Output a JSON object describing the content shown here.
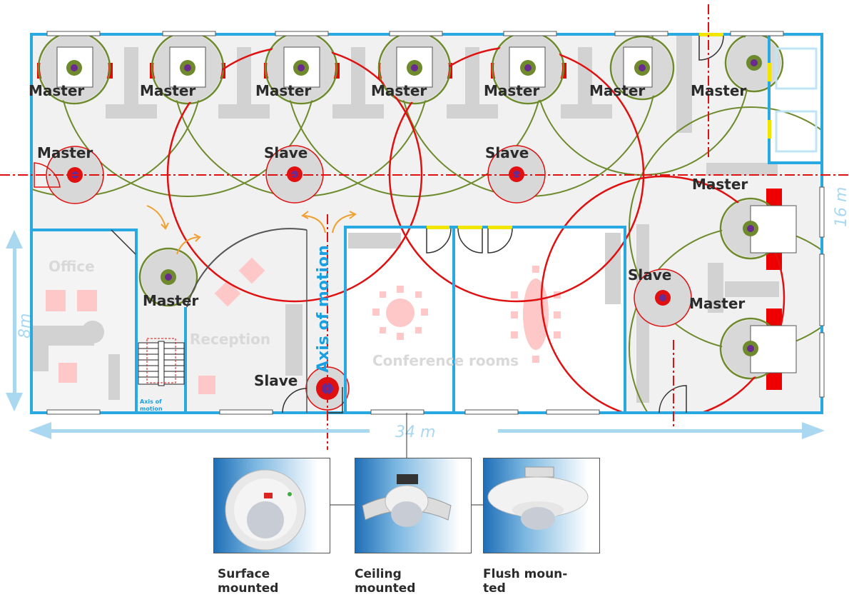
{
  "sensors": {
    "master_label": "Master",
    "slave_label": "Slave"
  },
  "rooms": {
    "office": "Office",
    "reception": "Reception",
    "conference": "Conference rooms"
  },
  "axis_of_motion": {
    "main": "Axis of motion",
    "small_line1": "Axis of",
    "small_line2": "motion"
  },
  "dimensions": {
    "length": "34 m",
    "width_left": "8m",
    "width_right": "16 m"
  },
  "products": [
    {
      "line1": "Surface",
      "line2": "mounted"
    },
    {
      "line1": "Ceiling",
      "line2": "mounted"
    },
    {
      "line1": "Flush moun-",
      "line2": "ted"
    }
  ],
  "colors": {
    "wall": "#29a9e1",
    "master_range": "#6e8a2c",
    "slave_range": "#e01010",
    "axis_line": "#e01010",
    "sensor_dot": "#6a2a90",
    "door_marker": "#f2e600",
    "dimension": "#a9d8f0"
  }
}
